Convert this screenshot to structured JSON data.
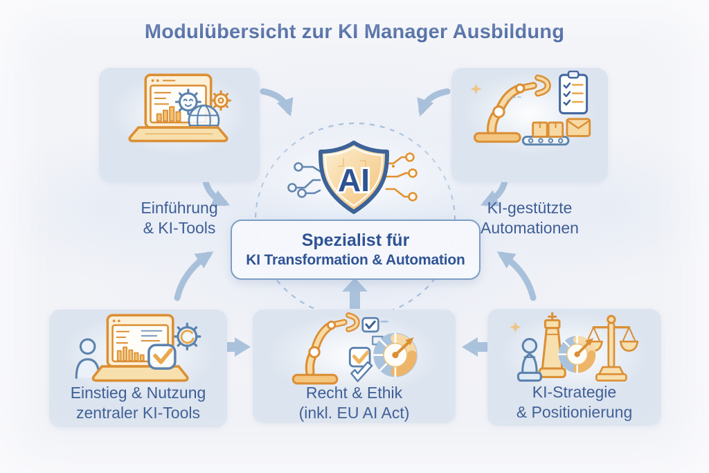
{
  "title": "Modulübersicht zur KI Manager Ausbildung",
  "center": {
    "shield_label": "AI",
    "line1": "Spezialist für",
    "line2": "KI Transformation & Automation"
  },
  "modules": [
    {
      "id": "einfuehrung-ki-tools",
      "line1": "Einführung",
      "line2": "& KI-Tools",
      "icon": "laptop-gears-globe-icon"
    },
    {
      "id": "ki-gestuetzte-automationen",
      "line1": "KI-gestützte",
      "line2": "Automationen",
      "icon": "robot-arm-conveyor-checklist-icon"
    },
    {
      "id": "einstieg-nutzung-zentraler-ki-tools",
      "line1": "Einstieg & Nutzung",
      "line2": "zentraler KI-Tools",
      "icon": "user-laptop-check-gear-icon"
    },
    {
      "id": "recht-ethik-eu-ai-act",
      "line1": "Recht & Ethik",
      "line2": "(inkl. EU AI Act)",
      "icon": "robot-arm-checkboxes-gauge-icon"
    },
    {
      "id": "ki-strategie-positionierung",
      "line1": "KI-Strategie",
      "line2": "& Positionierung",
      "icon": "chess-target-scales-icon"
    }
  ],
  "colors": {
    "title_text": "#3b5b9a",
    "card_background": "#dce4ef",
    "card_text": "#3e5e95",
    "center_box_border": "#7b9cc4",
    "center_box_text": "#2f5394",
    "arrow": "#a9c0db",
    "dashed_circle": "#9ab6d8",
    "accent_orange": "#db8f35",
    "accent_blue": "#5b82ad",
    "shield_border": "#3d6398"
  }
}
